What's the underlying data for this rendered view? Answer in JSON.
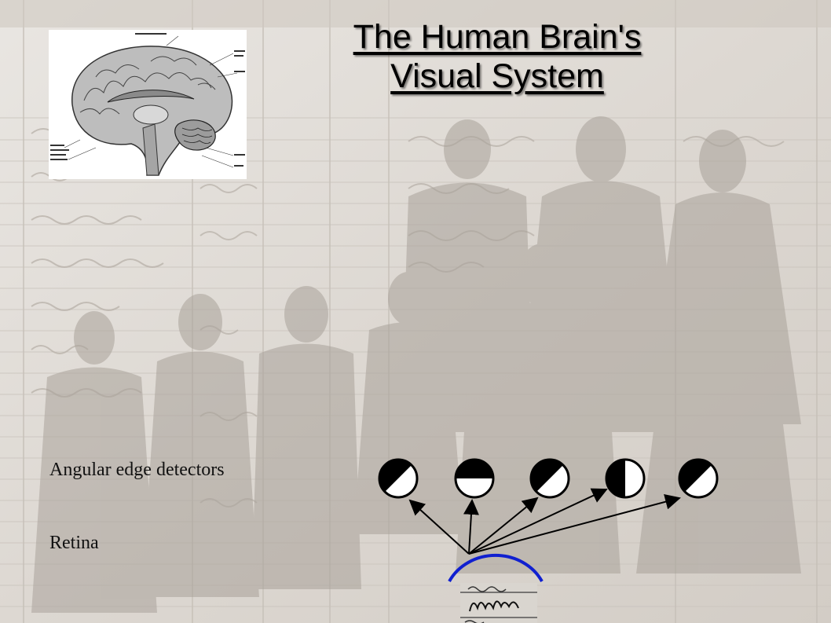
{
  "title_line1": "The Human Brain's",
  "title_line2": "Visual System",
  "label_detectors": "Angular edge detectors",
  "label_retina": "Retina",
  "colors": {
    "retina_arc": "#1020d0",
    "detector_fill": "#000000",
    "detector_empty": "#ffffff",
    "background": "#e4e0db"
  },
  "icons": [
    "brain-diagram-image",
    "retina-arc",
    "edge-detector-circle",
    "signature-image"
  ]
}
